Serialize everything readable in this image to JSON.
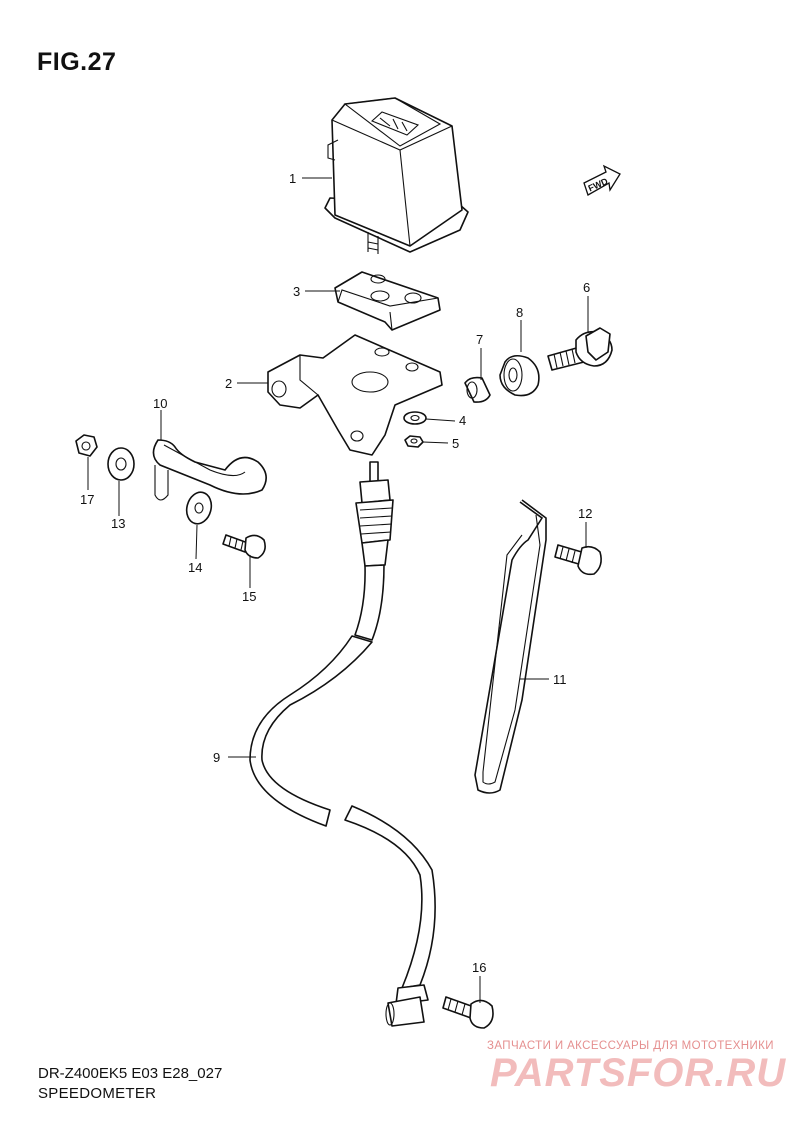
{
  "figure": {
    "title": "FIG.27"
  },
  "footer": {
    "model_code": "DR-Z400EK5 E03 E28_027",
    "section_name": "SPEEDOMETER"
  },
  "watermark": {
    "tagline": "ЗАПЧАСТИ И АКСЕССУАРЫ ДЛЯ МОТОТЕХНИКИ",
    "brand": "PARTSFOR.RU",
    "color": "#e58f8f"
  },
  "direction_badge": {
    "label": "FWD"
  },
  "callouts": [
    "1",
    "2",
    "3",
    "4",
    "5",
    "6",
    "7",
    "8",
    "9",
    "10",
    "11",
    "12",
    "13",
    "14",
    "15",
    "16",
    "17"
  ]
}
